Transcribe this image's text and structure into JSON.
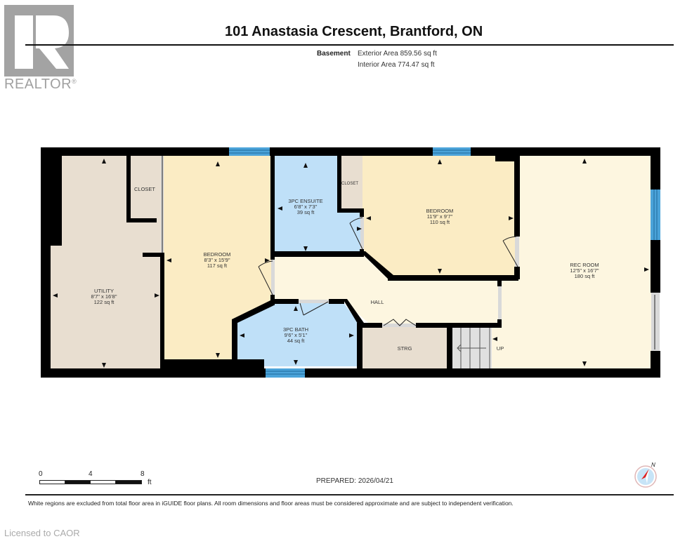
{
  "branding": {
    "logo_text": "REALTOR",
    "registered_mark": "®",
    "license_text": "Licensed to CAOR"
  },
  "header": {
    "title": "101 Anastasia Crescent, Brantford, ON",
    "floor_label": "Basement",
    "exterior_area": "Exterior Area 859.56 sq ft",
    "interior_area": "Interior Area 774.47 sq ft"
  },
  "rooms": [
    {
      "name": "UTILITY",
      "dims": "8'7\" x 16'8\"",
      "area": "122 sq ft",
      "color": "#e8ded0"
    },
    {
      "name": "CLOSET",
      "dims": "",
      "area": "",
      "color": "#e8ded0"
    },
    {
      "name": "BEDROOM",
      "dims": "8'3\" x 15'9\"",
      "area": "117 sq ft",
      "color": "#fbecc4"
    },
    {
      "name": "3PC ENSUITE",
      "dims": "6'8\" x 7'3\"",
      "area": "39 sq ft",
      "color": "#bfe0f8"
    },
    {
      "name": "CLOSET",
      "dims": "",
      "area": "",
      "color": "#e8ded0"
    },
    {
      "name": "BEDROOM",
      "dims": "11'9\" x 9'7\"",
      "area": "110 sq ft",
      "color": "#fbecc4"
    },
    {
      "name": "REC ROOM",
      "dims": "12'5\" x 16'7\"",
      "area": "180 sq ft",
      "color": "#fdf6e0"
    },
    {
      "name": "HALL",
      "dims": "",
      "area": "",
      "color": "#fdf6e0"
    },
    {
      "name": "3PC BATH",
      "dims": "9'6\" x 5'1\"",
      "area": "44 sq ft",
      "color": "#bfe0f8"
    },
    {
      "name": "STRG",
      "dims": "",
      "area": "",
      "color": "#e8ded0"
    },
    {
      "name": "UP",
      "dims": "",
      "area": "",
      "color": "#e0e0e0"
    }
  ],
  "scale": {
    "ticks": [
      "0",
      "4",
      "8"
    ],
    "unit": "ft"
  },
  "prepared": "PREPARED: 2026/04/21",
  "compass": {
    "label": "N"
  },
  "disclaimer": "White regions are excluded from total floor area in iGUIDE floor plans. All room dimensions and floor areas must be considered approximate and are subject to independent verification.",
  "colors": {
    "wall": "#000000",
    "window": "#4ba3d9",
    "door_opening": "#d9d9d9",
    "utility": "#e8ded0",
    "bedroom": "#fbecc4",
    "bath": "#bfe0f8",
    "hall": "#fdf6e0"
  }
}
